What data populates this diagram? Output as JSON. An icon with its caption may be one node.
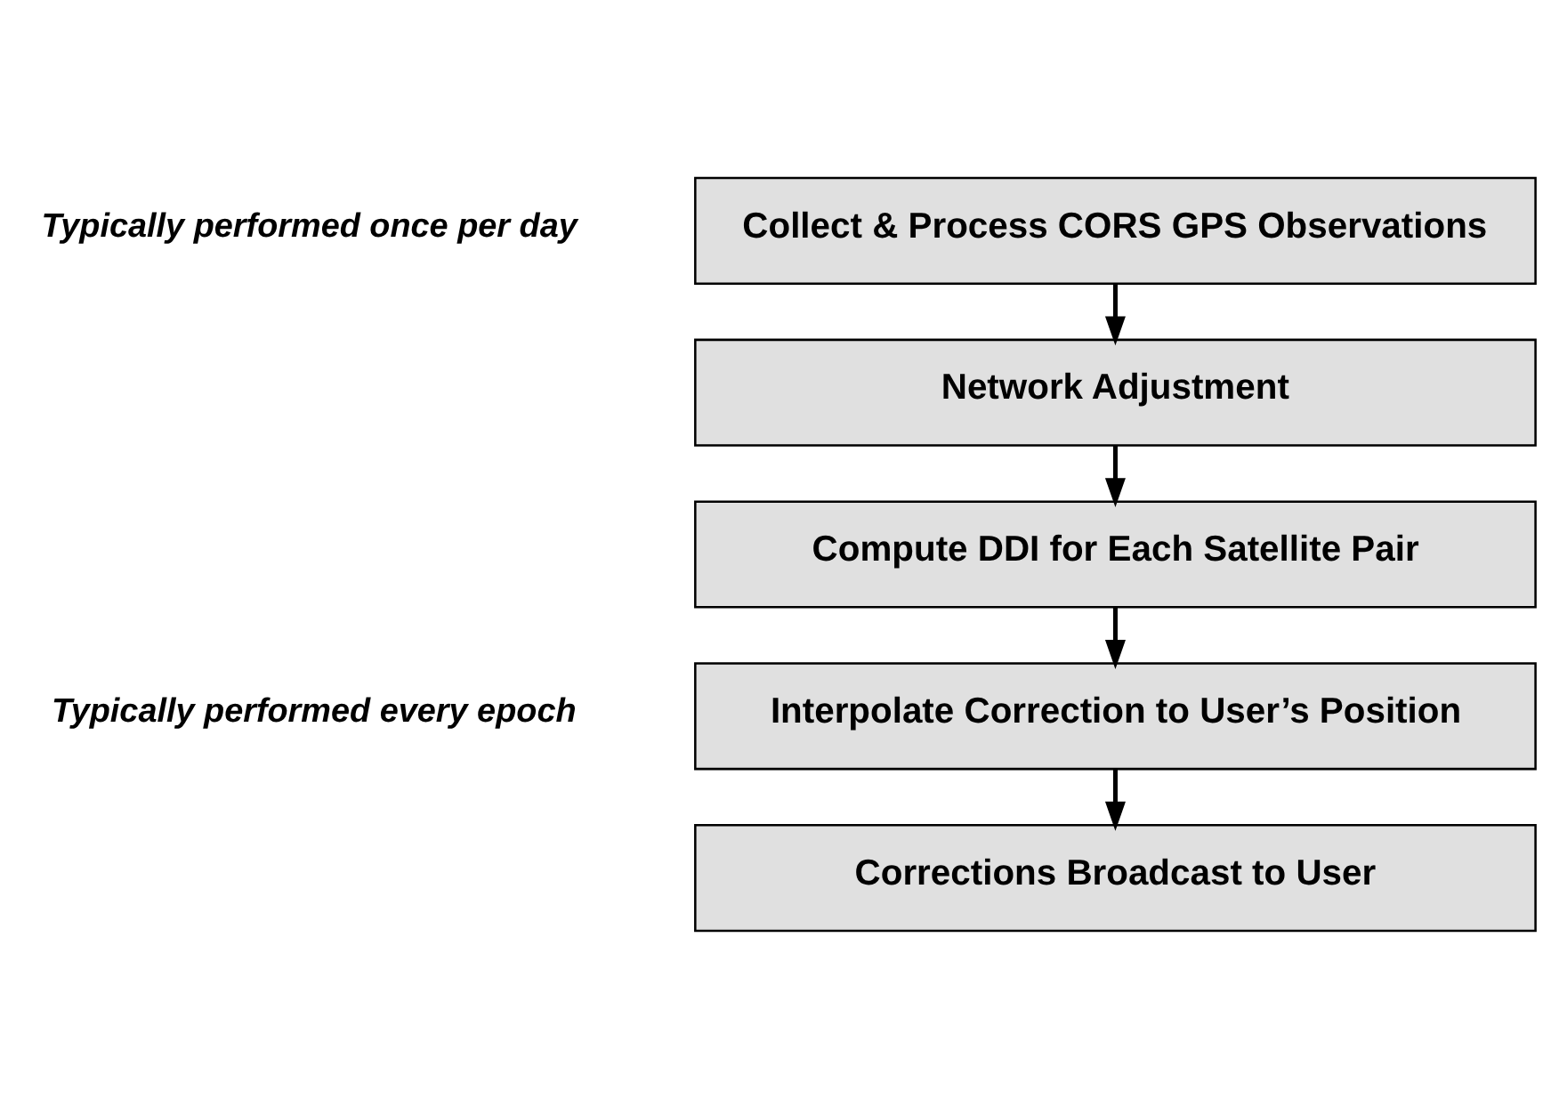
{
  "diagram": {
    "nodes": [
      {
        "text": [
          "Collect & Process CORS GPS Observations"
        ]
      },
      {
        "text": [
          "Network Adjustment"
        ]
      },
      {
        "text": [
          "Compute DDI for Each Satellite Pair"
        ]
      },
      {
        "text": [
          "Interpolate Correction to User’s Position"
        ]
      },
      {
        "text": [
          "Corrections Broadcast to User"
        ]
      }
    ],
    "edges": [
      {
        "from": 0,
        "to": 1,
        "arrow": "to"
      },
      {
        "from": 1,
        "to": 2,
        "arrow": "to"
      },
      {
        "from": 2,
        "to": 3,
        "arrow": "to"
      },
      {
        "from": 3,
        "to": 4,
        "arrow": "to"
      }
    ],
    "labels": [
      "Typically performed once per day",
      "Typically performed every epoch"
    ]
  }
}
